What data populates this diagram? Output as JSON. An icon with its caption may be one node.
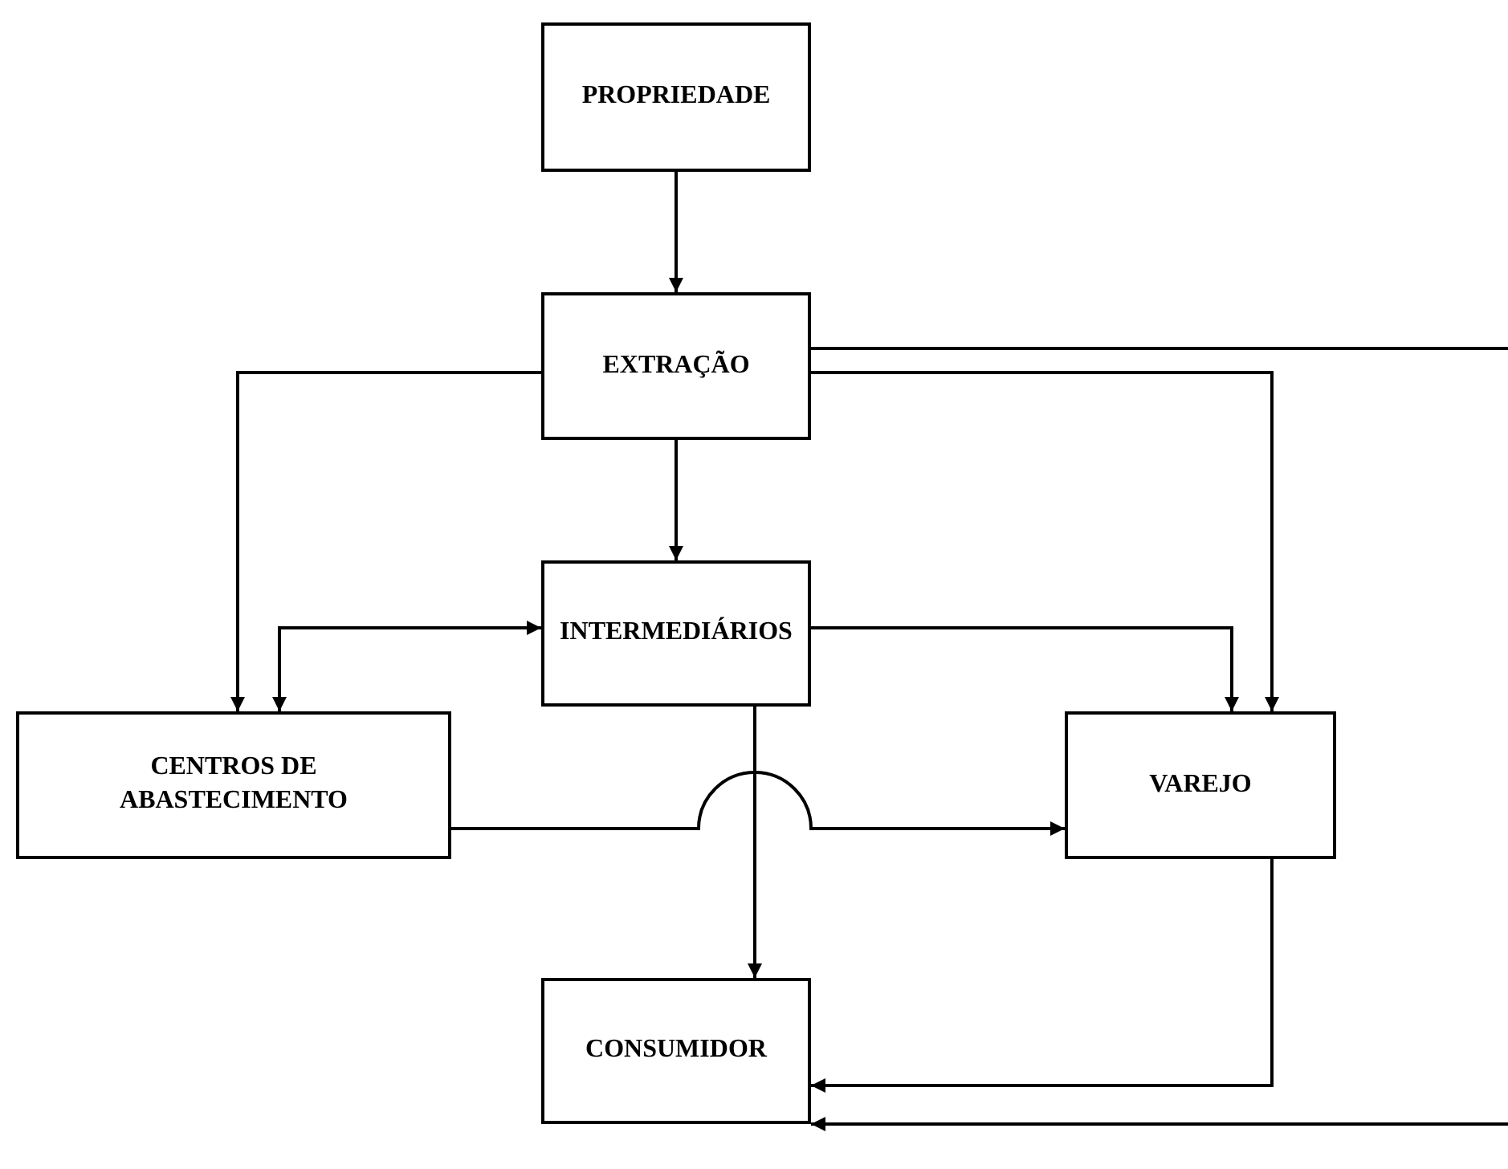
{
  "diagram": {
    "nodes": [
      {
        "text": [
          "PROPRIEDADE"
        ]
      },
      {
        "text": [
          "EXTRAÇÃO"
        ]
      },
      {
        "text": [
          "INTERMEDIÁRIOS"
        ]
      },
      {
        "text": [
          "CENTROS DE ABASTECIMENTO"
        ]
      },
      {
        "text": [
          "VAREJO"
        ]
      },
      {
        "text": [
          "CONSUMIDOR"
        ]
      }
    ],
    "edges": [
      {
        "from": 0,
        "to": 1,
        "arrow": "to"
      },
      {
        "from": 1,
        "to": 3,
        "arrow": "to"
      },
      {
        "from": 2,
        "to": 3,
        "arrow": "both"
      },
      {
        "from": 1,
        "to": 2,
        "arrow": "to"
      },
      {
        "from": 1,
        "to": 4,
        "arrow": "to"
      },
      {
        "from": 2,
        "to": 4,
        "arrow": "to"
      },
      {
        "from": 3,
        "to": 4,
        "arrow": "to"
      },
      {
        "from": 2,
        "to": 5,
        "arrow": "to"
      },
      {
        "from": 4,
        "to": 5,
        "arrow": "to"
      },
      {
        "from": 1,
        "to": null,
        "arrow": "none"
      },
      {
        "from": null,
        "to": 5,
        "arrow": "to"
      }
    ]
  }
}
